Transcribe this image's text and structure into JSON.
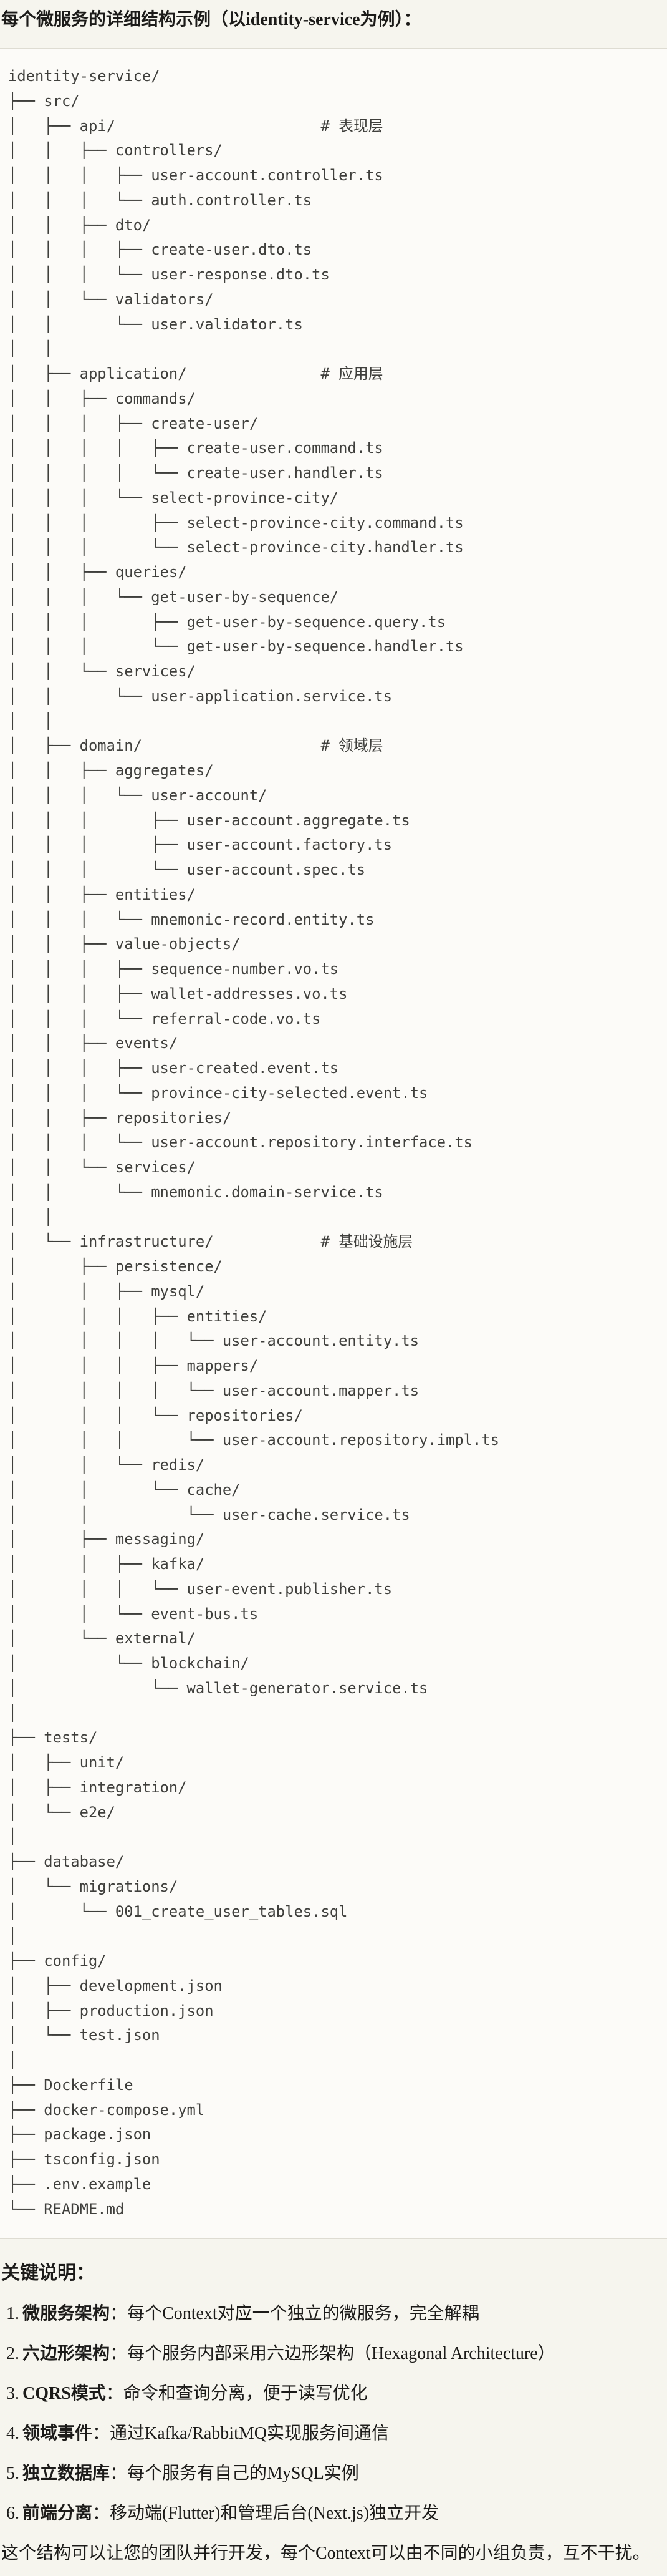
{
  "title": "每个微服务的详细结构示例（以identity-service为例）：",
  "tree": {
    "lines": [
      "identity-service/",
      "├── src/",
      "│   ├── api/                       # 表现层",
      "│   │   ├── controllers/",
      "│   │   │   ├── user-account.controller.ts",
      "│   │   │   └── auth.controller.ts",
      "│   │   ├── dto/",
      "│   │   │   ├── create-user.dto.ts",
      "│   │   │   └── user-response.dto.ts",
      "│   │   └── validators/",
      "│   │       └── user.validator.ts",
      "│   │",
      "│   ├── application/               # 应用层",
      "│   │   ├── commands/",
      "│   │   │   ├── create-user/",
      "│   │   │   │   ├── create-user.command.ts",
      "│   │   │   │   └── create-user.handler.ts",
      "│   │   │   └── select-province-city/",
      "│   │   │       ├── select-province-city.command.ts",
      "│   │   │       └── select-province-city.handler.ts",
      "│   │   ├── queries/",
      "│   │   │   └── get-user-by-sequence/",
      "│   │   │       ├── get-user-by-sequence.query.ts",
      "│   │   │       └── get-user-by-sequence.handler.ts",
      "│   │   └── services/",
      "│   │       └── user-application.service.ts",
      "│   │",
      "│   ├── domain/                    # 领域层",
      "│   │   ├── aggregates/",
      "│   │   │   └── user-account/",
      "│   │   │       ├── user-account.aggregate.ts",
      "│   │   │       ├── user-account.factory.ts",
      "│   │   │       └── user-account.spec.ts",
      "│   │   ├── entities/",
      "│   │   │   └── mnemonic-record.entity.ts",
      "│   │   ├── value-objects/",
      "│   │   │   ├── sequence-number.vo.ts",
      "│   │   │   ├── wallet-addresses.vo.ts",
      "│   │   │   └── referral-code.vo.ts",
      "│   │   ├── events/",
      "│   │   │   ├── user-created.event.ts",
      "│   │   │   └── province-city-selected.event.ts",
      "│   │   ├── repositories/",
      "│   │   │   └── user-account.repository.interface.ts",
      "│   │   └── services/",
      "│   │       └── mnemonic.domain-service.ts",
      "│   │",
      "│   └── infrastructure/            # 基础设施层",
      "│       ├── persistence/",
      "│       │   ├── mysql/",
      "│       │   │   ├── entities/",
      "│       │   │   │   └── user-account.entity.ts",
      "│       │   │   ├── mappers/",
      "│       │   │   │   └── user-account.mapper.ts",
      "│       │   │   └── repositories/",
      "│       │   │       └── user-account.repository.impl.ts",
      "│       │   └── redis/",
      "│       │       └── cache/",
      "│       │           └── user-cache.service.ts",
      "│       ├── messaging/",
      "│       │   ├── kafka/",
      "│       │   │   └── user-event.publisher.ts",
      "│       │   └── event-bus.ts",
      "│       └── external/",
      "│           └── blockchain/",
      "│               └── wallet-generator.service.ts",
      "│",
      "├── tests/",
      "│   ├── unit/",
      "│   ├── integration/",
      "│   └── e2e/",
      "│",
      "├── database/",
      "│   └── migrations/",
      "│       └── 001_create_user_tables.sql",
      "│",
      "├── config/",
      "│   ├── development.json",
      "│   ├── production.json",
      "│   └── test.json",
      "│",
      "├── Dockerfile",
      "├── docker-compose.yml",
      "├── package.json",
      "├── tsconfig.json",
      "├── .env.example",
      "└── README.md"
    ]
  },
  "notes": {
    "heading": "关键说明：",
    "items": [
      {
        "num": "1.",
        "term": "微服务架构",
        "rest": "：每个Context对应一个独立的微服务，完全解耦"
      },
      {
        "num": "2.",
        "term": "六边形架构",
        "rest": "：每个服务内部采用六边形架构（Hexagonal Architecture）"
      },
      {
        "num": "3.",
        "term": "CQRS模式",
        "rest": "：命令和查询分离，便于读写优化"
      },
      {
        "num": "4.",
        "term": "领域事件",
        "rest": "：通过Kafka/RabbitMQ实现服务间通信"
      },
      {
        "num": "5.",
        "term": "独立数据库",
        "rest": "：每个服务有自己的MySQL实例"
      },
      {
        "num": "6.",
        "term": "前端分离",
        "rest": "：移动端(Flutter)和管理后台(Next.js)独立开发"
      }
    ],
    "closing": "这个结构可以让您的团队并行开发，每个Context可以由不同的小组负责，互不干扰。"
  },
  "colors": {
    "page_bg": "#f6f5ee",
    "code_bg": "#fcfbf8",
    "border": "#dedcd2",
    "tree_text": "#3f3f3c",
    "text": "#1c1b19"
  }
}
